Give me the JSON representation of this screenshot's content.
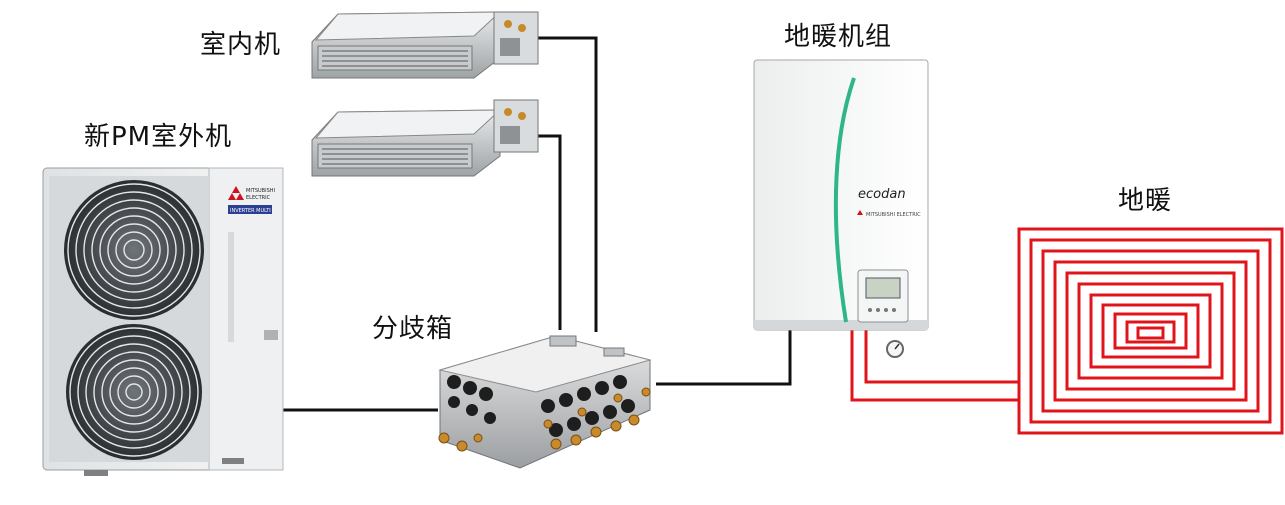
{
  "labels": {
    "indoor_unit": "室内机",
    "outdoor_unit": "新PM室外机",
    "branch_box": "分歧箱",
    "heat_pump_unit": "地暖机组",
    "floor_heating": "地暖"
  },
  "outdoor_unit_badge": {
    "brand_line1": "MITSUBISHI",
    "brand_line2": "ELECTRIC",
    "series": "INVERTER MULTI"
  },
  "heat_pump_badge": {
    "logo": "ecodan",
    "maker": "MITSUBISHI ELECTRIC"
  },
  "colors": {
    "refrigerant_line": "#111111",
    "water_line": "#e0141b",
    "ecodan_stripe": "#2fb58a"
  },
  "icons": [
    "duct-indoor-unit",
    "outdoor-condenser",
    "branch-box",
    "ecodan-hydrobox",
    "floor-heating-coil"
  ]
}
